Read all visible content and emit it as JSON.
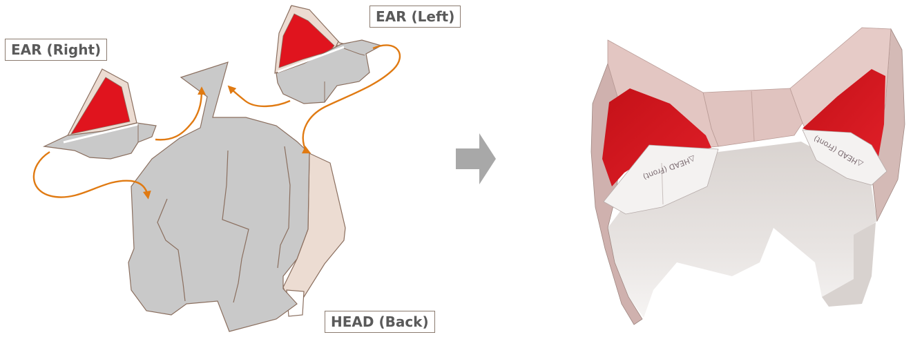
{
  "labels": {
    "ear_right": "EAR (Right)",
    "ear_left": "EAR (Left)",
    "head_back": "HEAD (Back)"
  },
  "model_print": {
    "left_tab": "△HEAD (Front)",
    "right_tab": "△HEAD (Front)"
  },
  "colors": {
    "part_grey": "#c9c9c9",
    "part_outline": "#8a6e5e",
    "back_flap": "#ecdcd2",
    "ear_red": "#e0141e",
    "arrow_orange": "#e07a12",
    "step_arrow_grey": "#a8a8a8",
    "paper_pink": "#e2c5c0"
  }
}
